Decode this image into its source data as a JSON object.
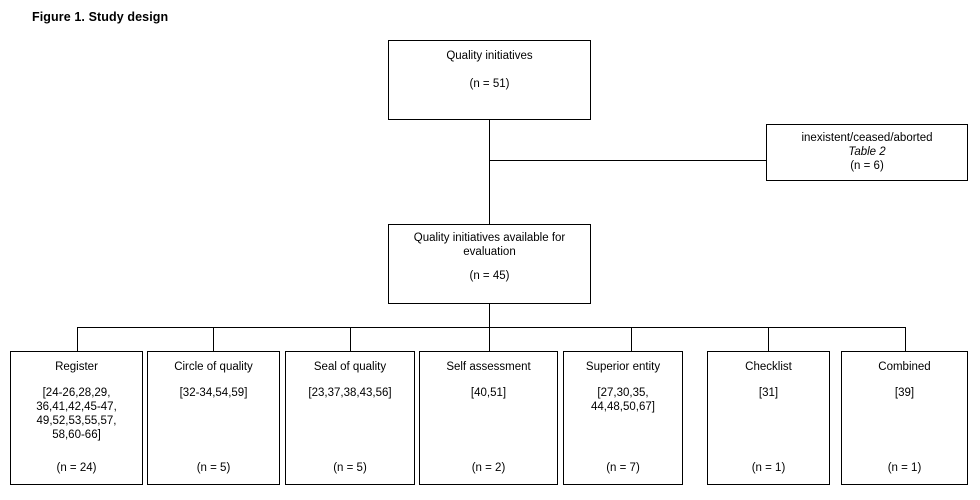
{
  "figure": {
    "title": "Figure 1. Study design"
  },
  "diagram": {
    "type": "flowchart",
    "root": {
      "label": "Quality initiatives",
      "count": "(n = 51)"
    },
    "excluded": {
      "label": "inexistent/ceased/aborted",
      "table_ref": "Table 2",
      "count": "(n = 6)"
    },
    "available": {
      "label": "Quality initiatives available for\nevaluation",
      "count": "(n = 45)"
    },
    "categories": [
      {
        "label": "Register",
        "refs": "[24-26,28,29,\n36,41,42,45-47,\n49,52,53,55,57,\n58,60-66]",
        "count": "(n = 24)"
      },
      {
        "label": "Circle of quality",
        "refs": "[32-34,54,59]",
        "count": "(n = 5)"
      },
      {
        "label": "Seal of quality",
        "refs": "[23,37,38,43,56]",
        "count": "(n = 5)"
      },
      {
        "label": "Self assessment",
        "refs": "[40,51]",
        "count": "(n = 2)"
      },
      {
        "label": "Superior entity",
        "refs": "[27,30,35,\n44,48,50,67]",
        "count": "(n = 7)"
      },
      {
        "label": "Checklist",
        "refs": "[31]",
        "count": "(n = 1)"
      },
      {
        "label": "Combined",
        "refs": "[39]",
        "count": "(n = 1)"
      }
    ],
    "colors": {
      "stroke": "#000000",
      "background": "#ffffff",
      "text": "#000000"
    }
  }
}
